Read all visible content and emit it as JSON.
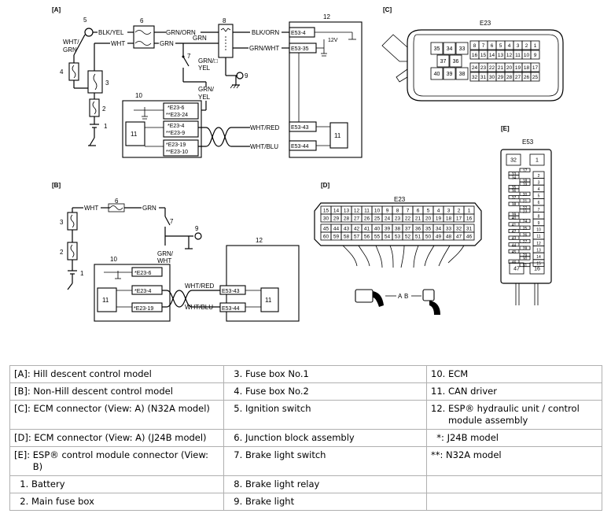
{
  "sections": {
    "A": "[A]",
    "B": "[B]",
    "C": "[C]",
    "D": "[D]",
    "E": "[E]"
  },
  "components": {
    "n1": "1",
    "n2": "2",
    "n3": "3",
    "n4": "4",
    "n5": "5",
    "n6": "6",
    "n7": "7",
    "n8": "8",
    "n9": "9",
    "n10": "10",
    "n11": "11",
    "n12": "12"
  },
  "wires": {
    "blk_yel": "BLK/YEL",
    "grn_orn": "GRN/ORN",
    "wht": "WHT",
    "grn": "GRN",
    "blk_orn": "BLK/ORN",
    "grn_wht": "GRN/WHT",
    "wht_grn_1": "WHT/",
    "wht_grn_2": "GRN",
    "grn_yel_1": "GRN/",
    "grn_yel_2": "YEL",
    "grn_wht_1": "GRN/",
    "grn_wht_2": "WHT",
    "wht_red": "WHT/RED",
    "wht_blu": "WHT/BLU",
    "grn_b": "GRN/□"
  },
  "terminals": {
    "e53_4": "E53-4",
    "e53_35": "E53-35",
    "e53_43": "E53-43",
    "e53_44": "E53-44",
    "v12": "12V",
    "e23_6a": "*E23-6",
    "e23_24": "**E23-24",
    "e23_4a": "*E23-4",
    "e23_9": "**E23-9",
    "e23_19a": "*E23-19",
    "e23_10": "**E23-10",
    "e23_6b": "*E23-6",
    "e23_4b": "*E23-4",
    "e23_19b": "*E23-19"
  },
  "connectors": {
    "c_title": "E23",
    "c_big": [
      "35",
      "34",
      "33",
      "37",
      "36",
      "40",
      "39",
      "38"
    ],
    "c_row1": [
      "8",
      "7",
      "6",
      "5",
      "4",
      "3",
      "2",
      "1"
    ],
    "c_row2": [
      "16",
      "15",
      "14",
      "13",
      "12",
      "11",
      "10",
      "9"
    ],
    "c_row3": [
      "24",
      "23",
      "22",
      "21",
      "20",
      "19",
      "18",
      "17"
    ],
    "c_row4": [
      "32",
      "31",
      "30",
      "29",
      "28",
      "27",
      "26",
      "25"
    ],
    "d_title": "E23",
    "d_row1": [
      "15",
      "14",
      "13",
      "12",
      "11",
      "10",
      "9",
      "8",
      "7",
      "6",
      "5",
      "4",
      "3",
      "2",
      "1"
    ],
    "d_row2": [
      "30",
      "29",
      "28",
      "27",
      "26",
      "25",
      "24",
      "23",
      "22",
      "21",
      "20",
      "19",
      "18",
      "17",
      "16"
    ],
    "d_row3": [
      "45",
      "44",
      "43",
      "42",
      "41",
      "40",
      "39",
      "38",
      "37",
      "36",
      "35",
      "34",
      "33",
      "32",
      "31"
    ],
    "d_row4": [
      "60",
      "59",
      "58",
      "57",
      "56",
      "55",
      "54",
      "53",
      "52",
      "51",
      "50",
      "49",
      "48",
      "47",
      "46"
    ],
    "d_view_a": "A",
    "d_view_b": "B",
    "e_title": "E53",
    "e_top": [
      "32",
      "1"
    ],
    "e_left": [
      "17",
      "33",
      "34",
      "18",
      "19",
      "35",
      "36",
      "20",
      "37",
      "21",
      "38",
      "22",
      "23",
      "39",
      "40",
      "24",
      "41",
      "25",
      "42",
      "26",
      "43",
      "27",
      "44",
      "28",
      "45",
      "29",
      "30",
      "46",
      "31"
    ],
    "e_right": [
      "2",
      "3",
      "4",
      "5",
      "6",
      "7",
      "8",
      "9",
      "10",
      "11",
      "12",
      "13",
      "14",
      "15"
    ],
    "e_bottom": [
      "47",
      "16"
    ]
  },
  "legend": {
    "rows": [
      [
        {
          "k": "[A]:",
          "v": "Hill descent control model"
        },
        {
          "k": "3.",
          "v": "Fuse box No.1"
        },
        {
          "k": "10.",
          "v": "ECM"
        }
      ],
      [
        {
          "k": "[B]:",
          "v": "Non-Hill descent control model"
        },
        {
          "k": "4.",
          "v": "Fuse box No.2"
        },
        {
          "k": "11.",
          "v": "CAN driver"
        }
      ],
      [
        {
          "k": "[C]:",
          "v": "ECM connector (View: A) (N32A model)"
        },
        {
          "k": "5.",
          "v": "Ignition switch"
        },
        {
          "k": "12.",
          "v": "ESP® hydraulic unit / control module assembly"
        }
      ],
      [
        {
          "k": "[D]:",
          "v": "ECM connector (View: A) (J24B model)"
        },
        {
          "k": "6.",
          "v": "Junction block assembly"
        },
        {
          "k": "*:",
          "v": "J24B model"
        }
      ],
      [
        {
          "k": "[E]:",
          "v": "ESP® control module connector (View: B)"
        },
        {
          "k": "7.",
          "v": "Brake light switch"
        },
        {
          "k": "**:",
          "v": "N32A model"
        }
      ],
      [
        {
          "k": "1.",
          "v": "Battery"
        },
        {
          "k": "8.",
          "v": "Brake light relay"
        },
        {
          "k": "",
          "v": ""
        }
      ],
      [
        {
          "k": "2.",
          "v": "Main fuse box"
        },
        {
          "k": "9.",
          "v": "Brake light"
        },
        {
          "k": "",
          "v": ""
        }
      ]
    ]
  }
}
